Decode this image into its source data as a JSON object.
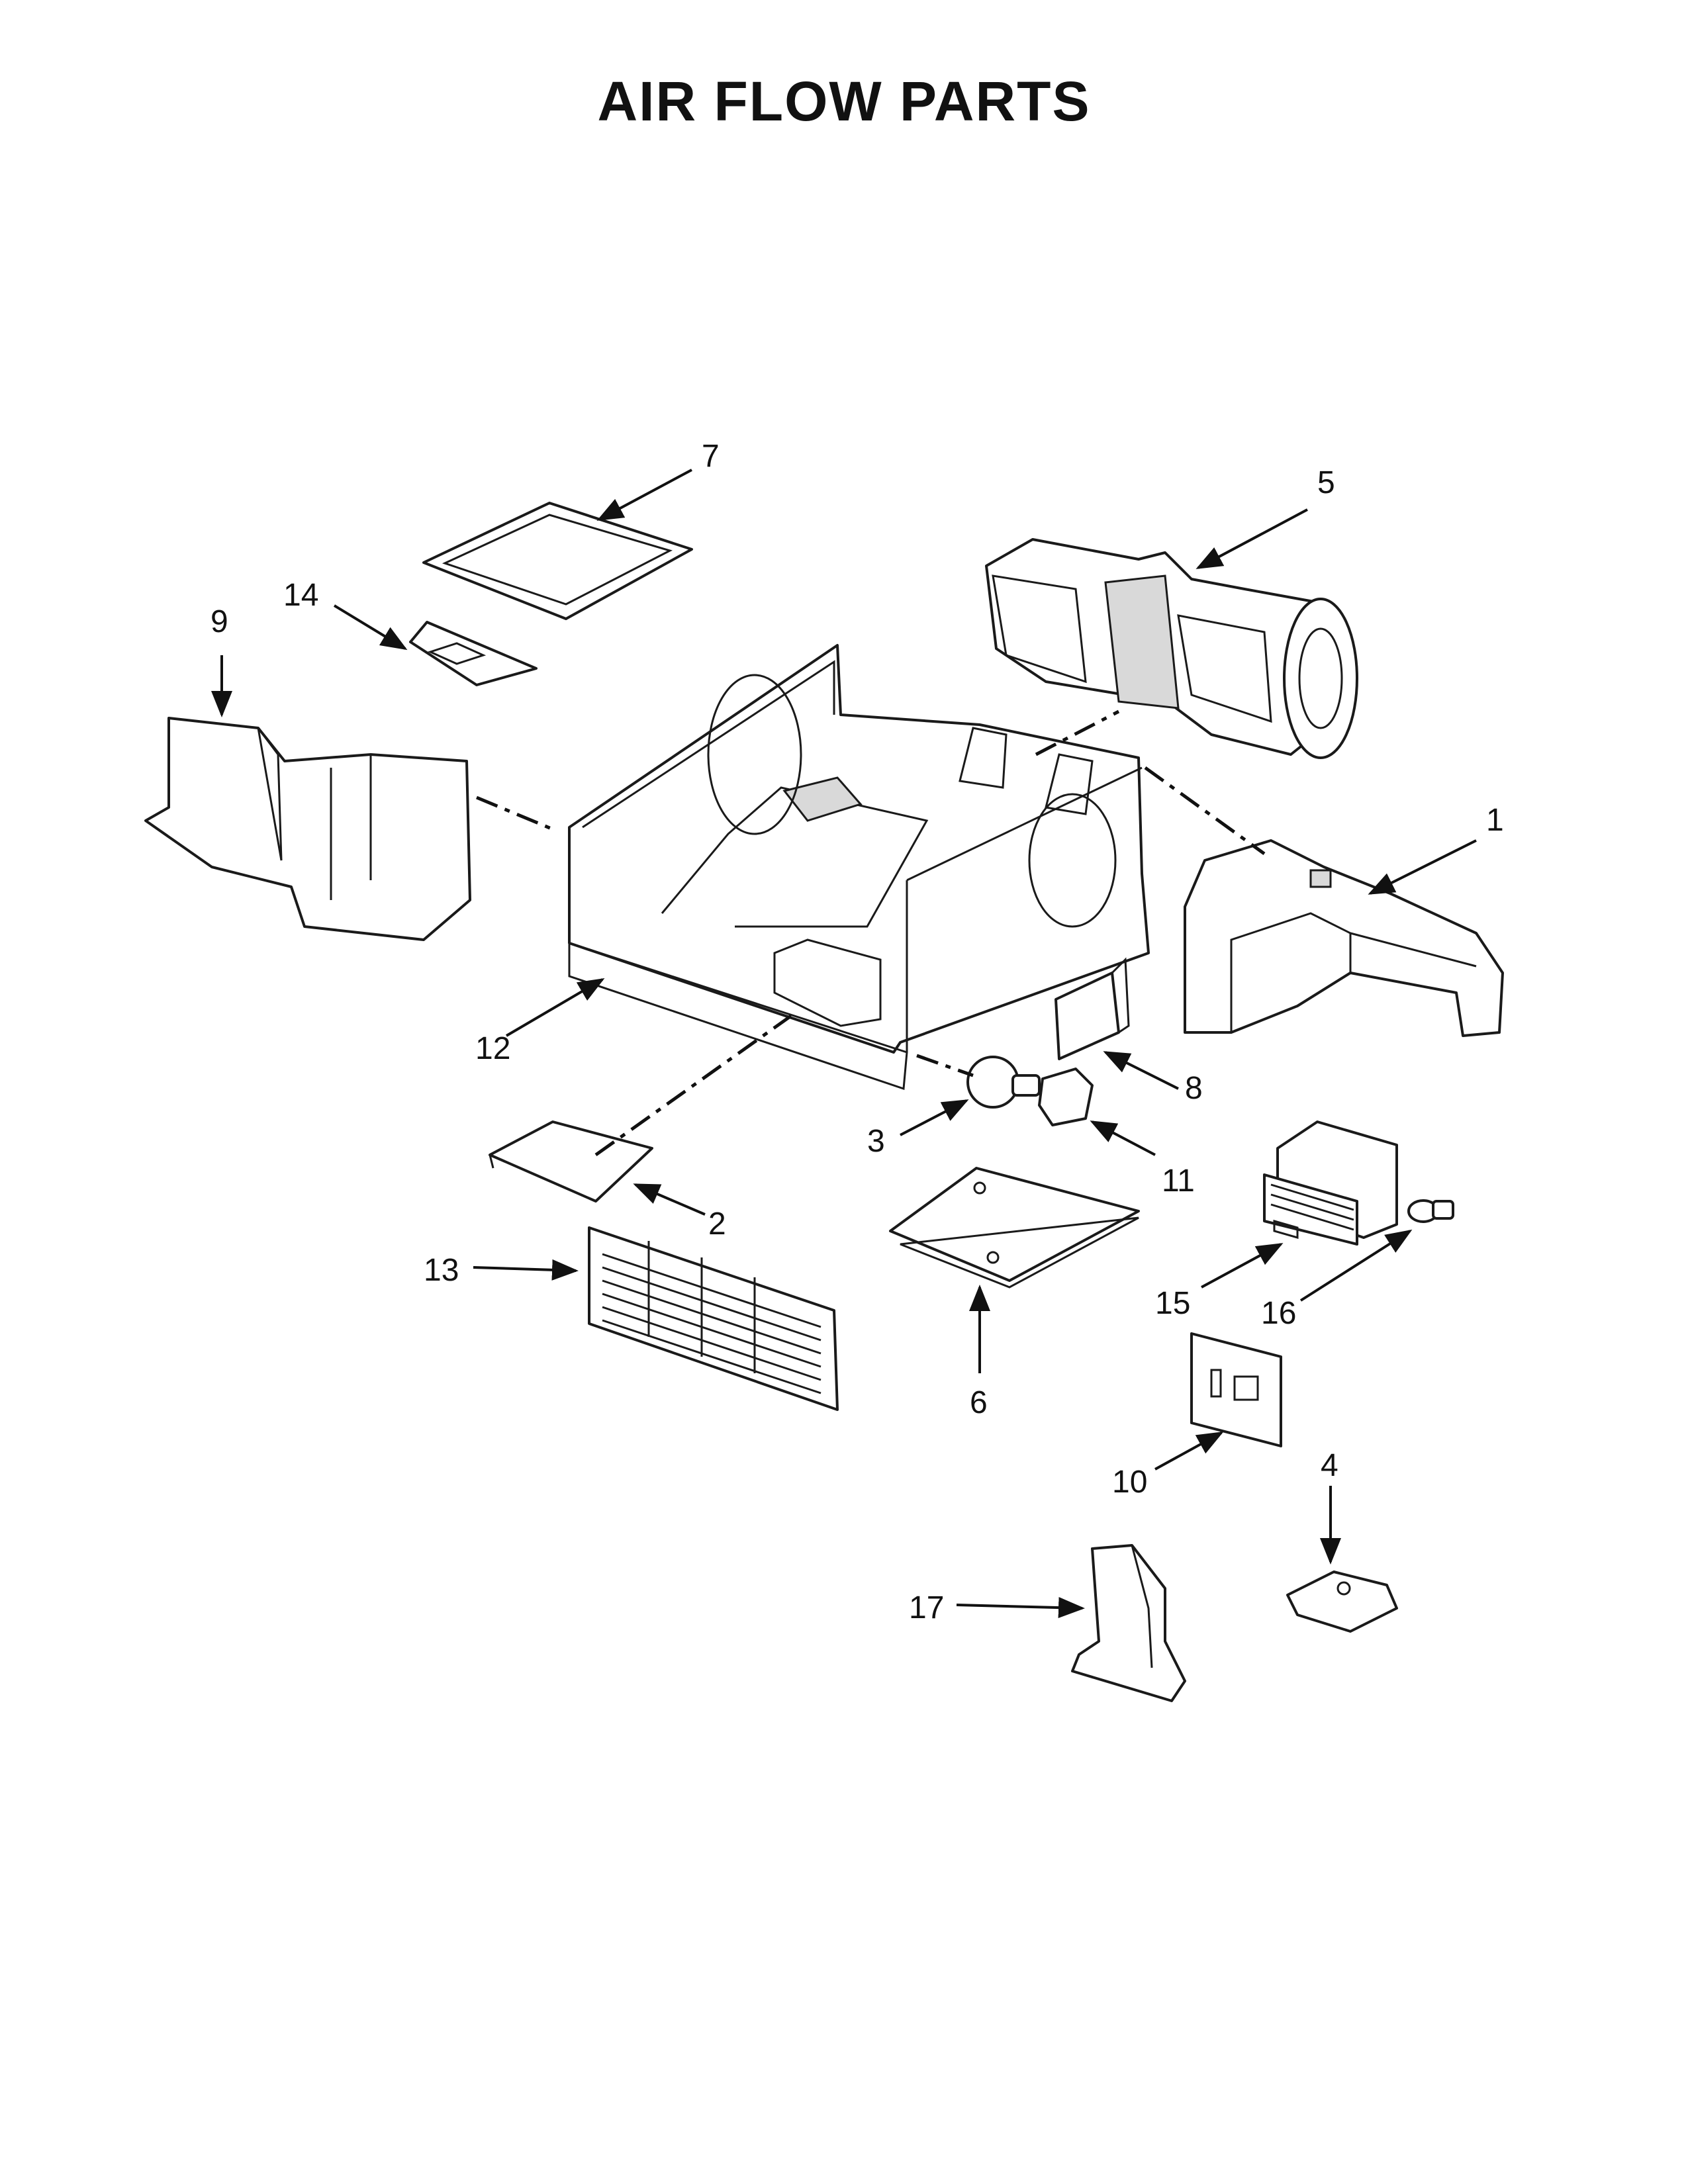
{
  "title": "AIR FLOW PARTS",
  "callouts": [
    "1",
    "2",
    "3",
    "4",
    "5",
    "6",
    "7",
    "8",
    "9",
    "10",
    "11",
    "12",
    "13",
    "14",
    "15",
    "16",
    "17"
  ]
}
